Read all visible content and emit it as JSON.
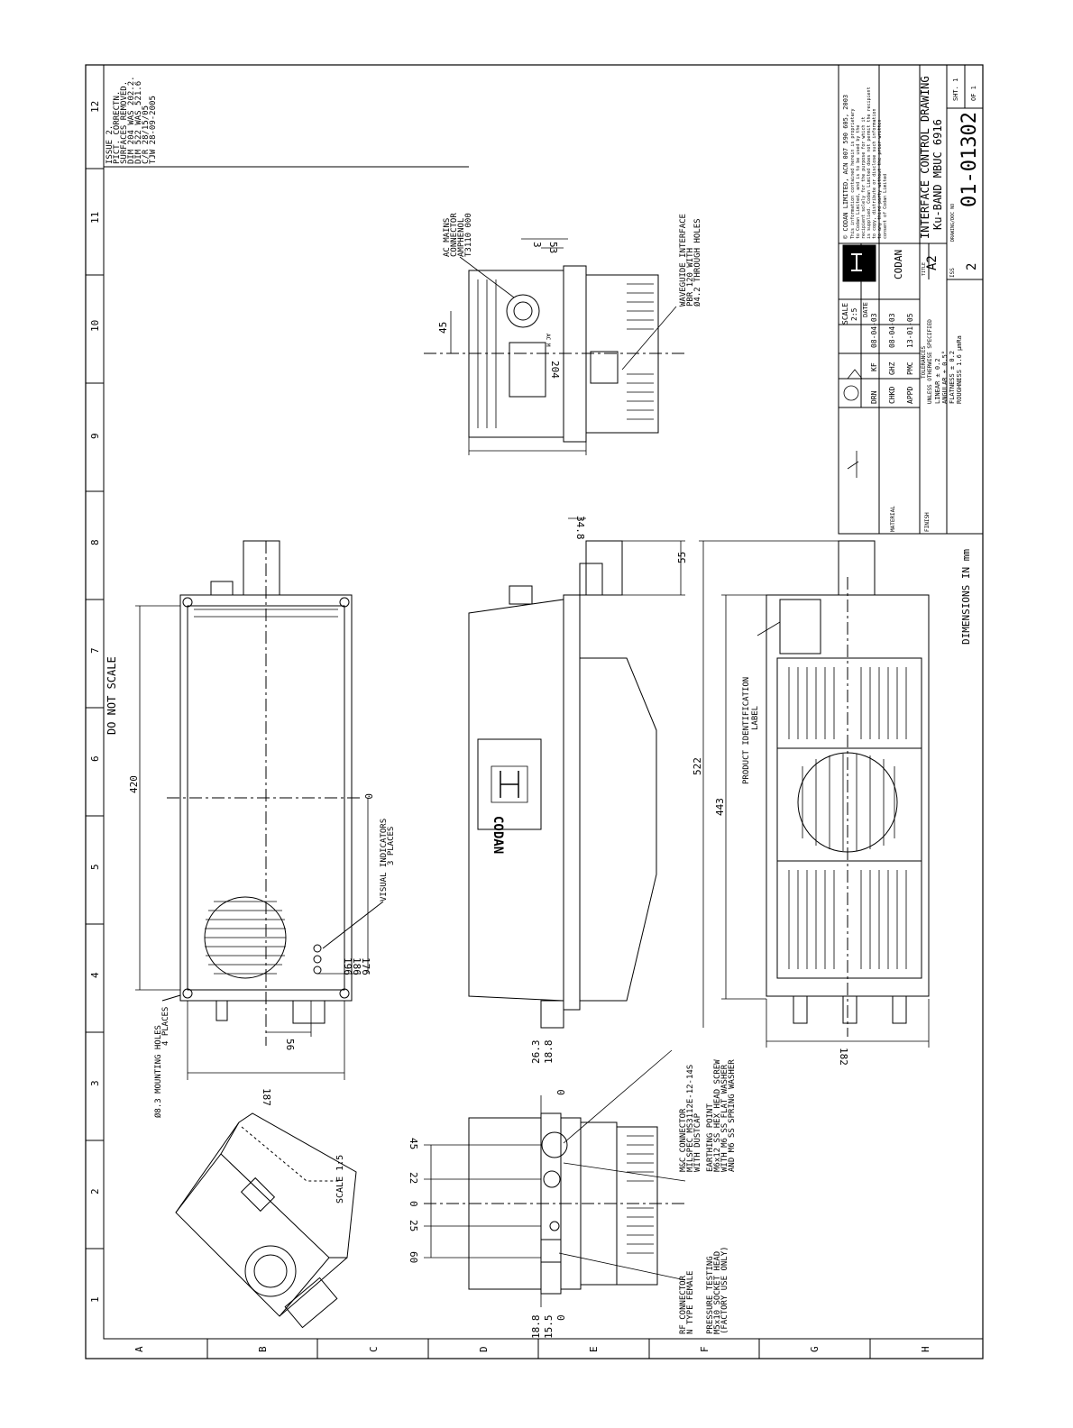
{
  "border": {
    "numbers": [
      "1",
      "2",
      "3",
      "4",
      "5",
      "6",
      "7",
      "8",
      "9",
      "10",
      "11",
      "12"
    ],
    "letters": [
      "A",
      "B",
      "C",
      "D",
      "E",
      "F",
      "G",
      "H"
    ]
  },
  "revision": {
    "lines": [
      "ISSUE 2.",
      "PICT. CORRECTN.",
      "SURFACES REMOVED.",
      "DIM 204 WAS 202.2.",
      "DIM 522 WAS 521.6",
      "C/R 28/15/05",
      "TJW 28-09-2005"
    ]
  },
  "notes": {
    "do_not_scale": "DO NOT SCALE",
    "scale": "SCALE  1:5",
    "dimensions_in": "DIMENSIONS  IN  mm"
  },
  "labels": {
    "mounting_holes": "Ø8.3 MOUNTING HOLES",
    "mounting_places": "4 PLACES",
    "visual_indicators": "VISUAL INDICATORS",
    "visual_places": "3 PLACES",
    "ac_mains": [
      "AC MAINS",
      "CONNECTOR",
      "AMPHENOL",
      "T3110 000"
    ],
    "waveguide": [
      "WAVEGUIDE INTERFACE",
      "PBR 120 WITH",
      "Ø4.2 THROUGH HOLES"
    ],
    "product_label": [
      "PRODUCT IDENTIFICATION",
      "LABEL"
    ],
    "mc_connector": [
      "M&C CONNECTOR",
      "MILSPEC MS3112E-12-14S",
      "WITH DUSTCAP"
    ],
    "earthing": [
      "EARTHING POINT",
      "M6x12 SS HEX HEAD SCREW",
      "WITH M6 SS FLAT WASHER",
      "AND M6 SS SPRING WASHER"
    ],
    "pressure": [
      "PRESSURE TESTING",
      "M5x10 SOCKET HEAD",
      "(FACTORY USE ONLY)"
    ],
    "rf_connector": [
      "RF CONNECTOR",
      "N TYPE FEMALE"
    ],
    "ac_m": "AC M",
    "codan_logo": "CODAN"
  },
  "dims": {
    "d420": "420",
    "d187": "187",
    "d56": "56",
    "d176": "176",
    "d186": "186",
    "d196": "196",
    "d0a": "0",
    "d522": "522",
    "d443": "443",
    "d182": "182",
    "d55": "55",
    "d348": "34.8",
    "d204": "204",
    "d45a": "45",
    "d53": "53",
    "d3": "3",
    "d45b": "45",
    "d22": "22",
    "d0b": "0",
    "d25": "25",
    "d60": "60",
    "d263": "26.3",
    "d188a": "18.8",
    "d0c": "0",
    "d188b": "18.8",
    "d155": "15.5",
    "d0d": "0"
  },
  "title_block": {
    "company": "CODAN",
    "copyright": "© CODAN LIMITED, ACN 007 590 605, 2003",
    "notice": [
      "This information contained herein is proprietary",
      "to Codan Limited, and is to be used by the",
      "recipient solely for the purpose for which it",
      "is supplied. Codan Limited does not permit the recipient",
      "to copy, distribute or disclose such information",
      "to any third party without the prior written",
      "consent of Codan Limited"
    ],
    "scale_label": "SCALE",
    "scale_value": "2:5",
    "date_label": "DATE",
    "rows": [
      {
        "role": "DRN",
        "who": "KF",
        "date": "08-04-03"
      },
      {
        "role": "CHKD",
        "who": "GHZ",
        "date": "08-04-03"
      },
      {
        "role": "APPD",
        "who": "PMC",
        "date": "13-01-05"
      }
    ],
    "tolerances_label": "TOLERANCES",
    "tolerances_note": "UNLESS OTHERWISE SPECIFIED",
    "tolerances": [
      "LINEAR     ± 0.2",
      "ANGULAR    ± 0.5°",
      "FLATNESS   ± 0.2",
      "ROUGHNESS  1.6 μmRa"
    ],
    "material": "MATERIAL",
    "finish": "FINISH",
    "title_label": "TITLE",
    "size": "A2",
    "title": "INTERFACE CONTROL DRAWING",
    "subtitle": "Ku-BAND MBUC 6916",
    "iss_label": "ISS",
    "iss": "2",
    "drawing_no_label": "DRAWING/DOC NO",
    "drawing_no": "01-01302",
    "sheet_label": "SHT. 1",
    "of_label": "OF 1"
  }
}
